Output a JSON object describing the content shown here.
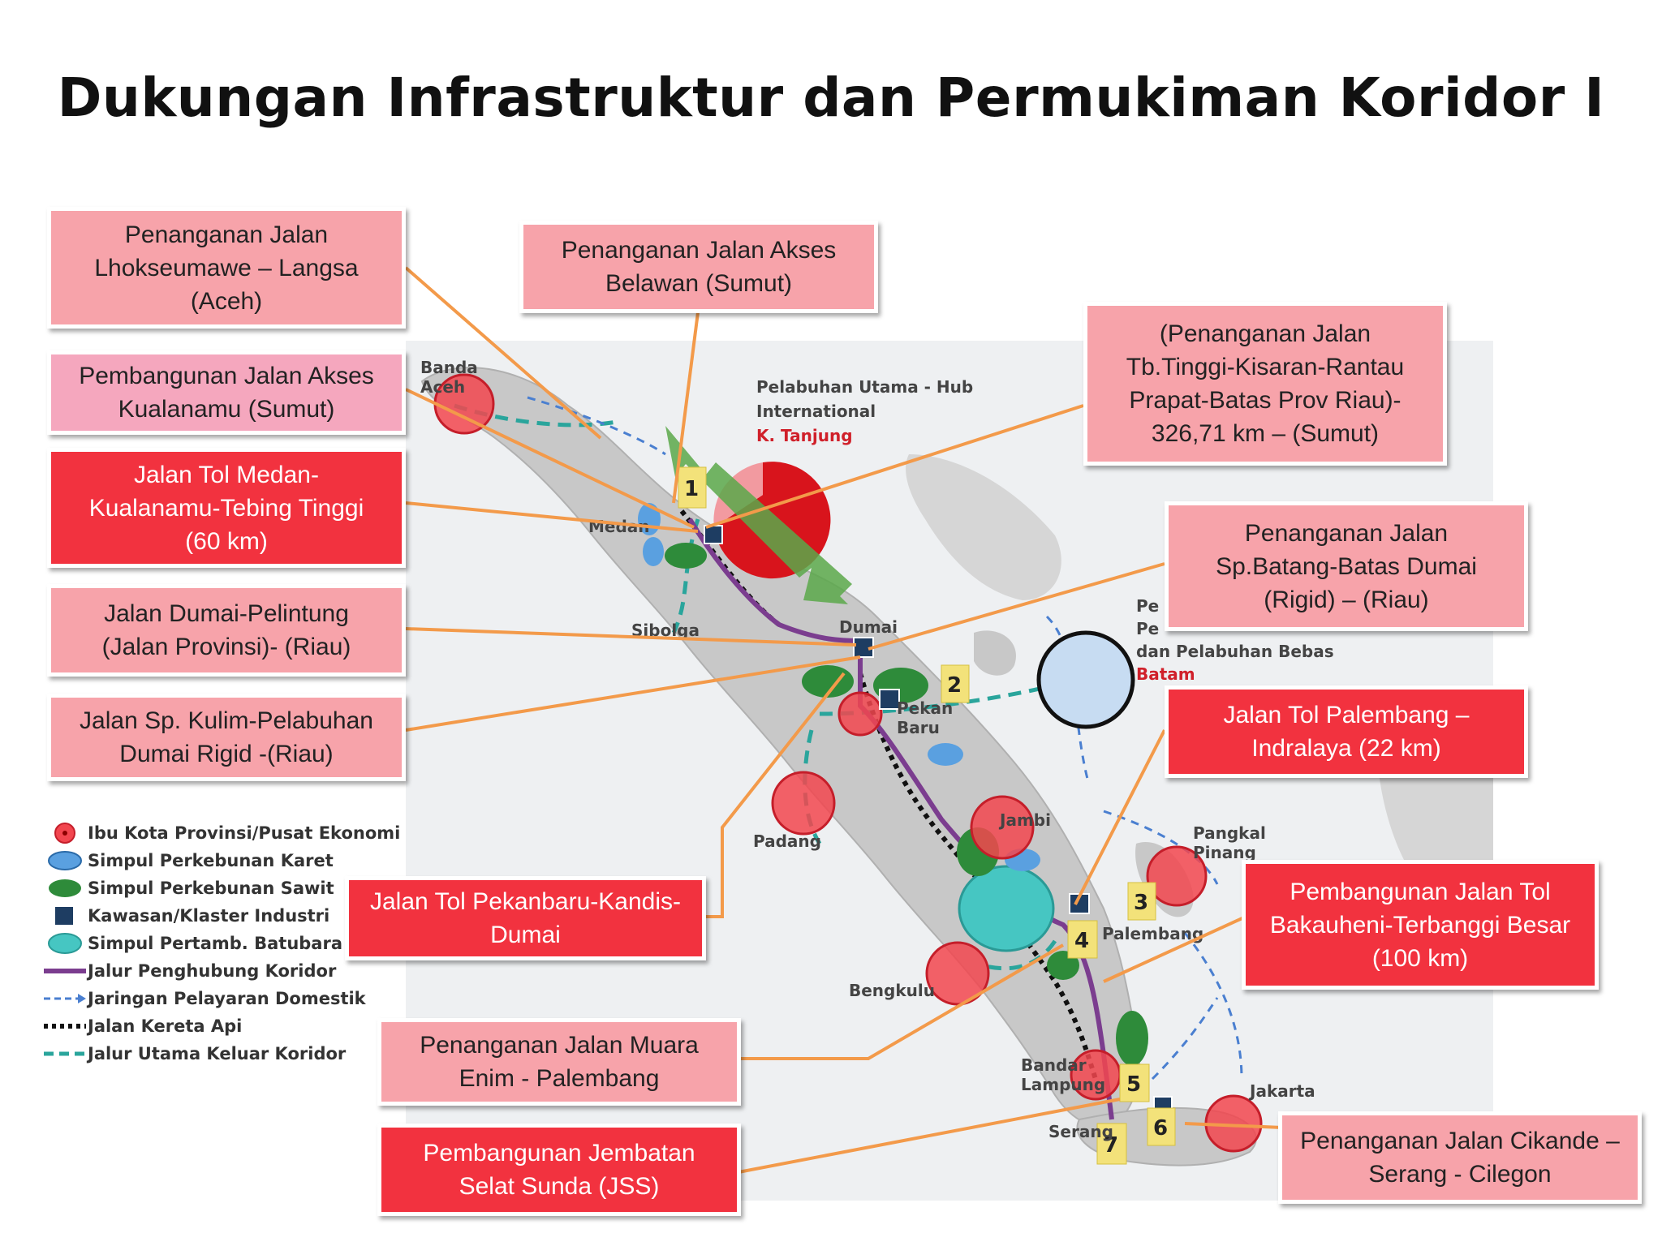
{
  "title": "Dukungan Infrastruktur  dan Permukiman Koridor I",
  "boxes": {
    "lhokseumawe": "Penanganan Jalan\nLhokseumawe – Langsa\n(Aceh)",
    "kualanamu": "Pembangunan Jalan Akses\nKualanamu (Sumut)",
    "tol_medan": "Jalan Tol Medan-\nKualanamu-Tebing Tinggi\n(60 km)",
    "dumai_pelintung": "Jalan Dumai-Pelintung\n(Jalan Provinsi)- (Riau)",
    "sp_kulim": "Jalan Sp. Kulim-Pelabuhan\nDumai Rigid -(Riau)",
    "belawan": "Penanganan Jalan Akses\nBelawan (Sumut)",
    "tb_tinggi": "(Penanganan Jalan\nTb.Tinggi-Kisaran-Rantau\nPrapat-Batas Prov Riau)-\n326,71 km – (Sumut)",
    "sp_batang": "Penanganan Jalan\nSp.Batang-Batas Dumai\n(Rigid) – (Riau)",
    "tol_palembang": "Jalan Tol Palembang –\nIndralaya (22 km)",
    "tol_pekanbaru": "Jalan Tol Pekanbaru-Kandis-\nDumai",
    "bakauheni": "Pembangunan Jalan Tol\nBakauheni-Terbanggi Besar\n(100 km)",
    "muara_enim": "Penanganan Jalan Muara\nEnim - Palembang",
    "jss": "Pembangunan Jembatan\nSelat Sunda (JSS)",
    "cikande": "Penanganan Jalan Cikande –\nSerang - Cilegon"
  },
  "map_labels": {
    "banda_aceh": "Banda\nAceh",
    "medan": "Medan",
    "sibolga": "Sibolga",
    "dumai": "Dumai",
    "pekanbaru": "Pekan\nBaru",
    "padang": "Padang",
    "jambi": "Jambi",
    "palembang": "Palembang",
    "bengkulu": "Bengkulu",
    "bandar_lampung": "Bandar\nLampung",
    "serang": "Serang",
    "jakarta": "Jakarta",
    "pangkal_pinang": "Pangkal\nPinang",
    "hub_line1": "Pelabuhan Utama - Hub",
    "hub_line2": "International",
    "hub_line3": "K. Tanjung",
    "batam_line1": "Pe",
    "batam_line2": "Pe",
    "batam_line3": "dan Pelabuhan Bebas",
    "batam_line4": "Batam"
  },
  "markers": [
    "1",
    "2",
    "3",
    "4",
    "5",
    "6",
    "7"
  ],
  "legend": [
    {
      "icon": "red-circle-icon",
      "label": "Ibu Kota Provinsi/Pusat Ekonomi"
    },
    {
      "icon": "blue-ellipse-icon",
      "label": "Simpul Perkebunan Karet"
    },
    {
      "icon": "green-ellipse-icon",
      "label": "Simpul Perkebunan Sawit"
    },
    {
      "icon": "navy-square-icon",
      "label": "Kawasan/Klaster Industri"
    },
    {
      "icon": "cyan-ellipse-icon",
      "label": "Simpul Pertamb. Batubara"
    },
    {
      "icon": "purple-line-icon",
      "label": "Jalur Penghubung Koridor"
    },
    {
      "icon": "blue-dashed-arrow-icon",
      "label": "Jaringan Pelayaran Domestik"
    },
    {
      "icon": "black-dotted-line-icon",
      "label": "Jalan Kereta Api"
    },
    {
      "icon": "teal-dashed-line-icon",
      "label": "Jalur Utama Keluar Koridor"
    }
  ],
  "colors": {
    "pink_box": "#f7a3aa",
    "light_pink_box": "#f5a7be",
    "red_box": "#f2323f",
    "connector": "#f39a4a",
    "corridor": "#7b3d8f",
    "land": "#c9c9c9"
  }
}
